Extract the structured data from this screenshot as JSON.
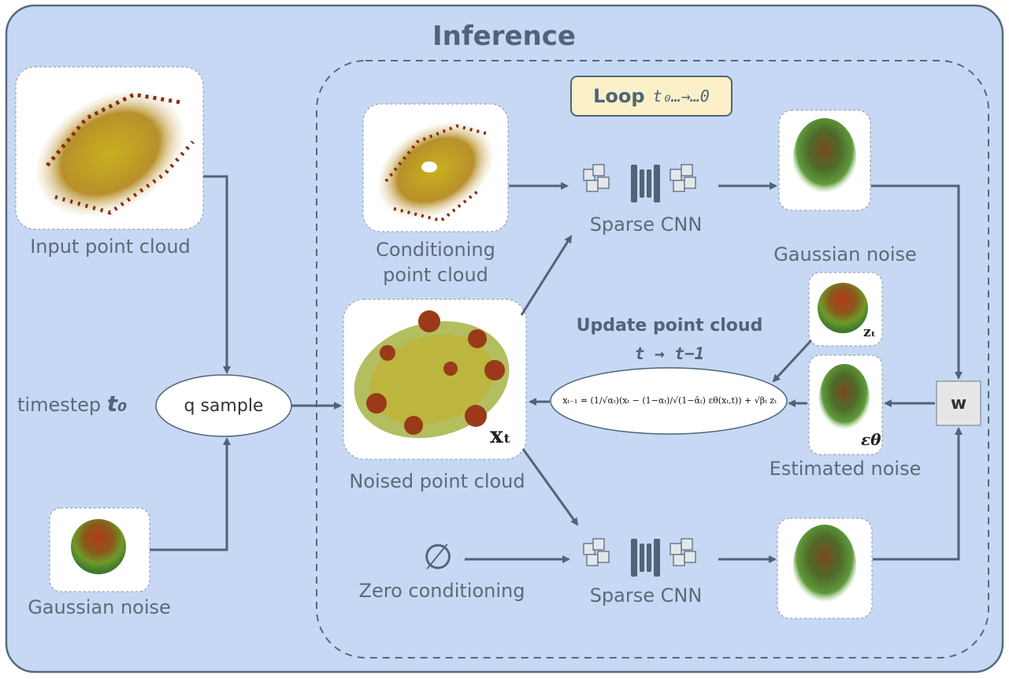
{
  "title": "Inference",
  "loop": {
    "label": "Loop",
    "range": "t₀…→…0"
  },
  "labels": {
    "input_point_cloud": "Input point cloud",
    "conditioning_line1": "Conditioning",
    "conditioning_line2": "point cloud",
    "sparse_cnn_top": "Sparse CNN",
    "sparse_cnn_bottom": "Sparse CNN",
    "gaussian_noise_top": "Gaussian noise",
    "gaussian_noise_left": "Gaussian noise",
    "update_point_cloud": "Update point cloud",
    "update_step": "t → t−1",
    "timestep": "timestep",
    "timestep_symbol": "t₀",
    "q_sample": "q sample",
    "noised_point_cloud": "Noised point cloud",
    "estimated_noise": "Estimated noise",
    "zero_conditioning": "Zero conditioning",
    "empty_set": "∅",
    "w": "w"
  },
  "symbols": {
    "x_t": "xₜ",
    "z_t": "zₜ",
    "eps_theta": "εθ"
  },
  "equation": "xₜ₋₁ = (1/√αₜ)(xₜ − (1−αₜ)/√(1−ᾱₜ) εθ(xₜ,t)) + √βₜ zₜ",
  "colors": {
    "panel_fill": "#c6d8f4",
    "panel_border": "#556a7c",
    "arrow": "#4f6577",
    "text": "#5c6b78",
    "loop_fill": "#fbf0c8",
    "w_box_fill": "#e6e6e6"
  }
}
